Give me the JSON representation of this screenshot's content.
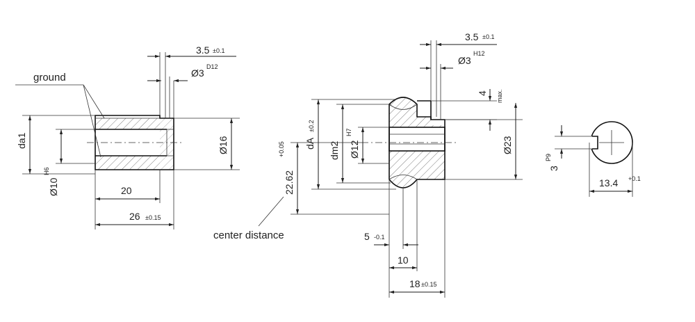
{
  "labels": {
    "ground": "ground",
    "center_distance": "center distance"
  },
  "worm": {
    "d35": "3.5",
    "d35_tol": "±0.1",
    "phi3": "Ø3",
    "phi3_tol": "D12",
    "da1": "da1",
    "phi10": "Ø10",
    "phi10_tol": "H6",
    "phi16": "Ø16",
    "d20": "20",
    "d26": "26",
    "d26_tol": "±0.15"
  },
  "wheel": {
    "d35": "3.5",
    "d35_tol": "±0.1",
    "phi3": "Ø3",
    "phi3_tol": "H12",
    "d4": "4",
    "d4_tol": "max.",
    "dA": "dA",
    "dA_tol": "±0.2",
    "dm2": "dm2",
    "phi12": "Ø12",
    "phi12_tol": "H7",
    "phi23": "Ø23",
    "c2262": "22.62",
    "c2262_tol": "+0.05",
    "d5": "5",
    "d5_tol": "-0.1",
    "d10": "10",
    "d18": "18",
    "d18_tol": "±0.15"
  },
  "detail": {
    "d3": "3",
    "d3_tol": "P9",
    "d134": "13.4",
    "d134_tol": "+0.1"
  }
}
